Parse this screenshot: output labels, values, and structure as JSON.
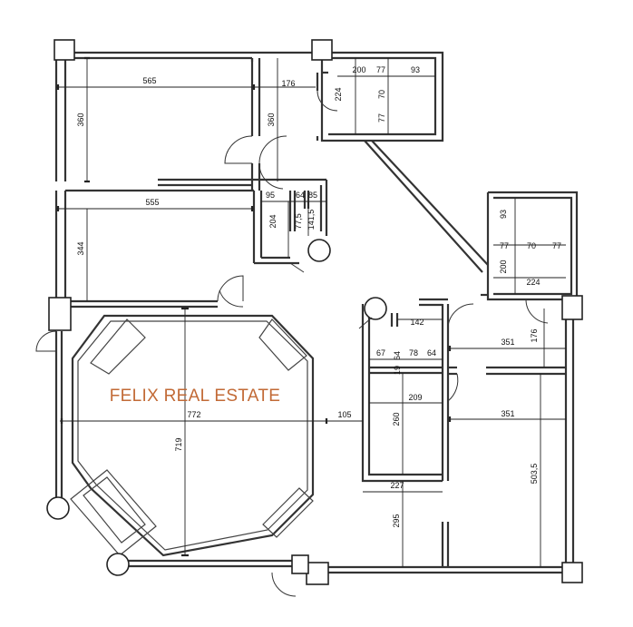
{
  "brand": {
    "name": "FELIX REAL ESTATE",
    "color": "#c26a36"
  },
  "dimensions": {
    "d565": "565",
    "d360a": "360",
    "d360b": "360",
    "d176a": "176",
    "d224a": "224",
    "d200a": "200",
    "d77a": "77",
    "d93a": "93",
    "d70a": "70",
    "d77b": "77",
    "d555": "555",
    "d95": "95",
    "d64a": "64",
    "d85": "85",
    "d204": "204",
    "d77_5": "77,5",
    "d141_5": "141,5",
    "d344": "344",
    "d93b": "93",
    "d77c": "77",
    "d70b": "70",
    "d77d": "77",
    "d200b": "200",
    "d224b": "224",
    "d142": "142",
    "d67": "67",
    "d64b": "64",
    "d78": "78",
    "d64c": "64",
    "d19": "19",
    "d351a": "351",
    "d176b": "176",
    "d209": "209",
    "d260": "260",
    "d772": "772",
    "d105": "105",
    "d719": "719",
    "d351b": "351",
    "d227": "227",
    "d295": "295",
    "d503_5": "503,5"
  }
}
